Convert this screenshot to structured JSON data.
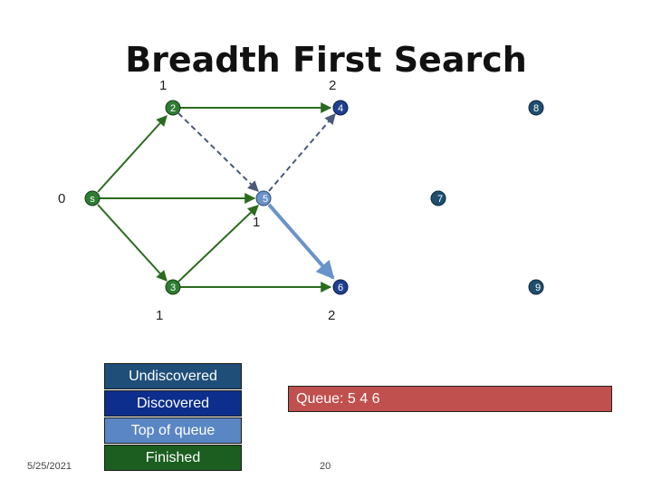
{
  "title": "Breadth First Search",
  "distance_labels": [
    "1",
    "2",
    "0",
    "1",
    "1",
    "2"
  ],
  "nodes": [
    {
      "id": "n2",
      "label": "2",
      "state": "finished"
    },
    {
      "id": "n4",
      "label": "4",
      "state": "discovered"
    },
    {
      "id": "n8",
      "label": "8",
      "state": "undiscovered"
    },
    {
      "id": "n1",
      "label": "s",
      "state": "finished"
    },
    {
      "id": "n5",
      "label": "5",
      "state": "top"
    },
    {
      "id": "n7",
      "label": "7",
      "state": "undiscovered"
    },
    {
      "id": "n3",
      "label": "3",
      "state": "finished"
    },
    {
      "id": "n6",
      "label": "6",
      "state": "discovered"
    },
    {
      "id": "n9",
      "label": "9",
      "state": "undiscovered"
    }
  ],
  "legend": {
    "undiscovered": "Undiscovered",
    "discovered": "Discovered",
    "top": "Top of queue",
    "finished": "Finished"
  },
  "queue_text": "Queue: 5 4 6",
  "footer": {
    "date": "5/25/2021",
    "page": "20"
  },
  "colors": {
    "finished_node": "#2e7d32",
    "finished_edge": "#2b6b1f",
    "discovered": "#1f3f8f",
    "top_of_queue": "#6a93c9",
    "undiscovered": "#1f4e6e",
    "queue_bg": "#c0504d",
    "legend_undiscovered": "#1f4e79",
    "legend_discovered": "#0d2e8c",
    "legend_top": "#5a86c4",
    "legend_finished": "#1b5e20"
  }
}
